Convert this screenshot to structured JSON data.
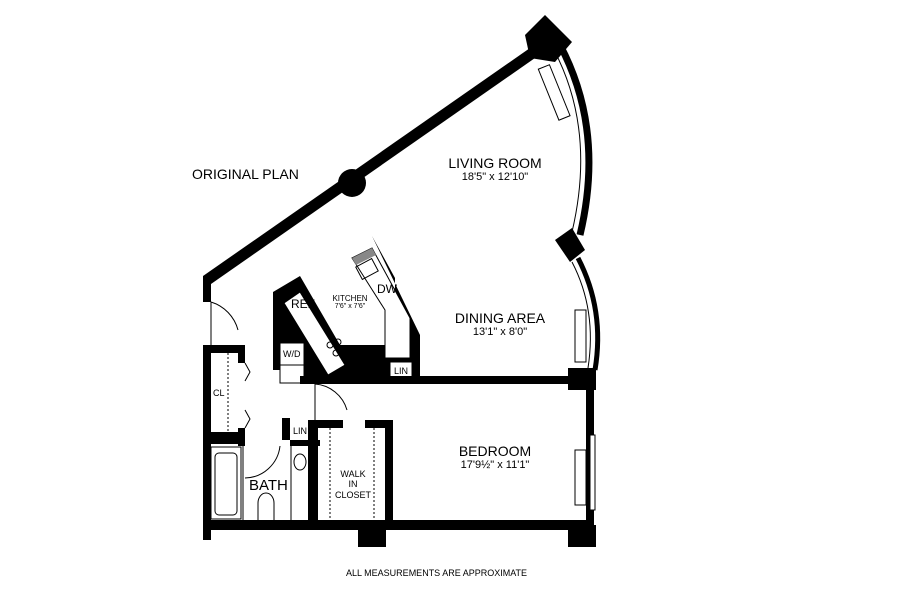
{
  "title": "ORIGINAL PLAN",
  "footer": "ALL MEASUREMENTS ARE APPROXIMATE",
  "rooms": {
    "living": {
      "name": "LIVING ROOM",
      "dims": "18'5\" x 12'10\""
    },
    "dining": {
      "name": "DINING AREA",
      "dims": "13'1\" x 8'0\""
    },
    "kitchen": {
      "name": "KITCHEN",
      "dims": "7'6\" x 7'6\""
    },
    "bedroom": {
      "name": "BEDROOM",
      "dims": "17'9½\" x 11'1\""
    },
    "bath": {
      "name": "BATH"
    },
    "walk_in_closet": {
      "line1": "WALK",
      "line2": "IN",
      "line3": "CLOSET"
    }
  },
  "fixtures": {
    "ref": "REF",
    "dw": "DW",
    "wd": "W/D",
    "cl": "CL",
    "lin_hall": "LIN",
    "lin_kitchen": "LIN"
  }
}
